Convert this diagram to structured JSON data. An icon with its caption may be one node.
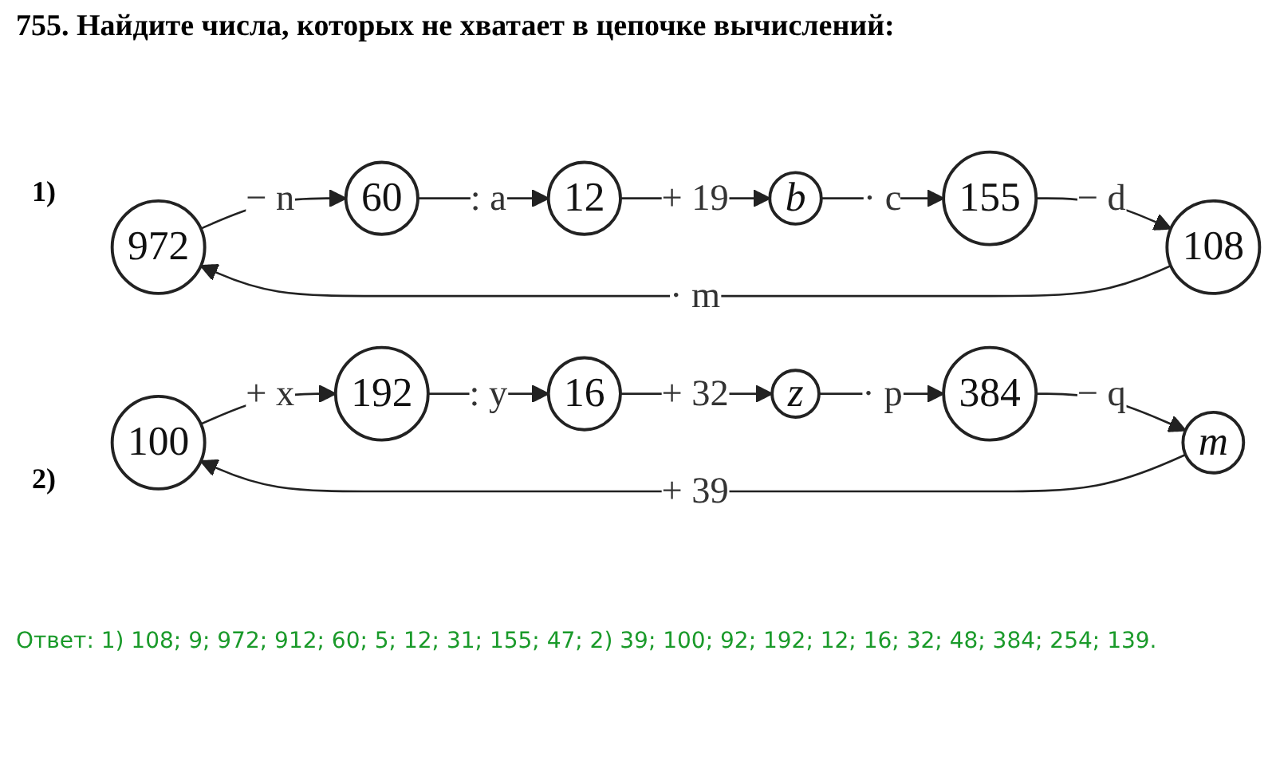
{
  "diagram": {
    "title": "755. Найдите числа, которых не хватает в цепочке вычислений:",
    "nodes": [
      {
        "text": [
          "972"
        ]
      },
      {
        "text": [
          "60"
        ]
      },
      {
        "text": [
          "12"
        ]
      },
      {
        "text": [
          "b"
        ]
      },
      {
        "text": [
          "155"
        ]
      },
      {
        "text": [
          "108"
        ]
      },
      {
        "text": [
          "100"
        ]
      },
      {
        "text": [
          "192"
        ]
      },
      {
        "text": [
          "16"
        ]
      },
      {
        "text": [
          "z"
        ]
      },
      {
        "text": [
          "384"
        ]
      },
      {
        "text": [
          "m"
        ]
      }
    ],
    "edges": [
      {
        "from": 0,
        "to": 1,
        "arrow": "to",
        "label": "− n"
      },
      {
        "from": 1,
        "to": 2,
        "arrow": "to",
        "label": ": a"
      },
      {
        "from": 2,
        "to": 3,
        "arrow": "to",
        "label": "+ 19"
      },
      {
        "from": 3,
        "to": 4,
        "arrow": "to",
        "label": "· c"
      },
      {
        "from": 4,
        "to": 5,
        "arrow": "to",
        "label": "− d"
      },
      {
        "from": 5,
        "to": 0,
        "arrow": "to",
        "label": "· m"
      },
      {
        "from": 6,
        "to": 7,
        "arrow": "to",
        "label": "+ x"
      },
      {
        "from": 7,
        "to": 8,
        "arrow": "to",
        "label": ": y"
      },
      {
        "from": 8,
        "to": 9,
        "arrow": "to",
        "label": "+ 32"
      },
      {
        "from": 9,
        "to": 10,
        "arrow": "to",
        "label": "· p"
      },
      {
        "from": 10,
        "to": 11,
        "arrow": "to",
        "label": "− q"
      },
      {
        "from": 11,
        "to": 6,
        "arrow": "to",
        "label": "+ 39"
      }
    ],
    "labels": [
      "1)",
      "2)",
      "Ответ: 1) 108; 9; 972; 912; 60; 5; 12; 31; 155; 47; 2) 39; 100; 92; 192; 12; 16; 32; 48; 384; 254; 139."
    ]
  }
}
